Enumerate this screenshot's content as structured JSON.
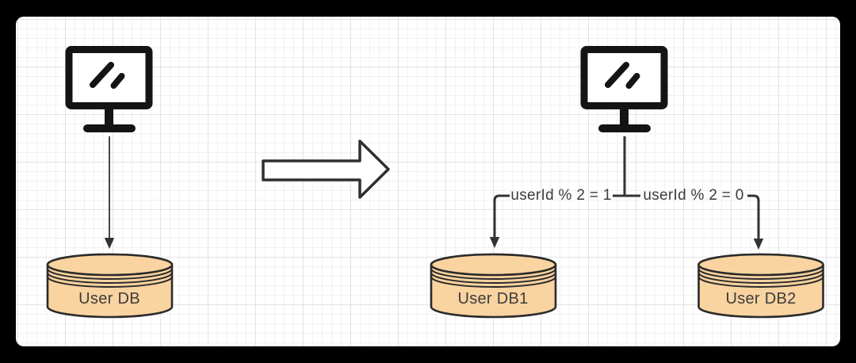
{
  "diagram": {
    "description_semantic": "database-sharding-before-after-diagram",
    "left_group": {
      "client_icon": "monitor-icon",
      "db_icon": "database-cylinder-icon",
      "db_label": "User DB"
    },
    "transition": {
      "arrow_icon": "block-arrow-right-icon"
    },
    "right_group": {
      "client_icon": "monitor-icon",
      "branches": [
        {
          "condition": "userId % 2 = 1",
          "db_icon": "database-cylinder-icon",
          "db_label": "User DB1"
        },
        {
          "condition": "userId % 2 = 0",
          "db_icon": "database-cylinder-icon",
          "db_label": "User DB2"
        }
      ]
    },
    "colors": {
      "frame_bg": "#000000",
      "canvas_bg": "#ffffff",
      "grid_minor": "#f1f1f1",
      "grid_major": "#e3e3e3",
      "db_fill": "#f9d3a0",
      "shape_stroke": "#2b2b2b",
      "connector_stroke": "#333333",
      "text_color": "#3c3c3c"
    }
  }
}
